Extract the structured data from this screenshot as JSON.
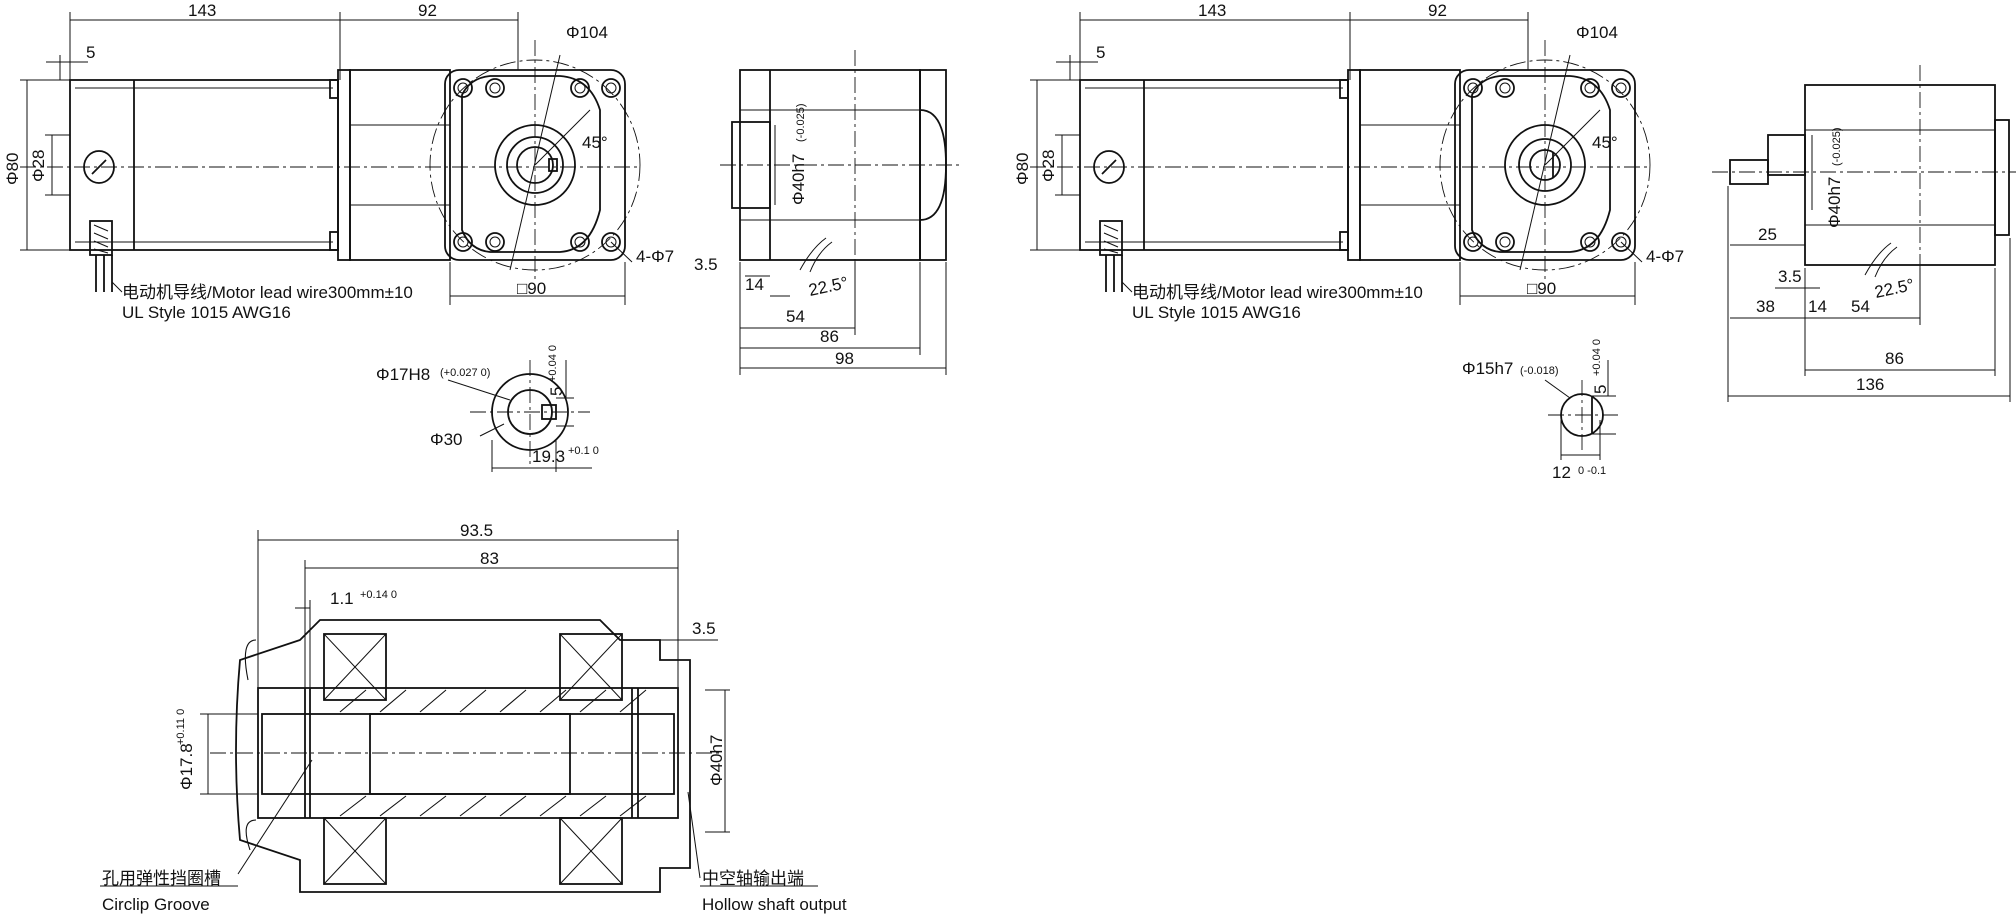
{
  "dims": {
    "body_length": "143",
    "gear_length": "92",
    "flange_offset": "5",
    "diameter_104": "Φ104",
    "diameter_80": "Φ80",
    "diameter_28": "Φ28",
    "angle_45": "45°",
    "holes": "4-Φ7",
    "square_90": "□90",
    "spigot_h7": "Φ40h7",
    "spigot_tol": "(-0.025)",
    "angle_22": "22.5°",
    "d_35": "3.5",
    "d_14": "14",
    "d_54": "54",
    "d_86": "86",
    "d_98": "98",
    "d_136": "136",
    "d_38": "38",
    "d_25": "25",
    "bore_17": "Φ17H8",
    "bore_17_tol": "(+0.027 0)",
    "key_5": "5",
    "key_5_tol": "+0.04 0",
    "hub_30": "Φ30",
    "key_193": "19.3",
    "key_193_tol": "+0.1 0",
    "shaft_15": "Φ15h7",
    "shaft_15_tol": "(-0.018)",
    "flat_12": "12",
    "flat_12_tol": "0 -0.1",
    "hs_935": "93.5",
    "hs_83": "83",
    "hs_11": "1.1",
    "hs_11_tol": "+0.14 0",
    "hs_35": "3.5",
    "hs_178": "Φ17.8",
    "hs_178_tol": "+0.11 0",
    "hs_40h7": "Φ40h7"
  },
  "labels": {
    "lead_cn": "电动机导线",
    "lead_en": "/Motor lead wire300mm±10",
    "ul": "UL Style 1015 AWG16",
    "circlip_cn": "孔用弹性挡圈槽",
    "circlip_en": "Circlip Groove",
    "hollow_cn": "中空轴输出端",
    "hollow_en": "Hollow shaft output"
  }
}
